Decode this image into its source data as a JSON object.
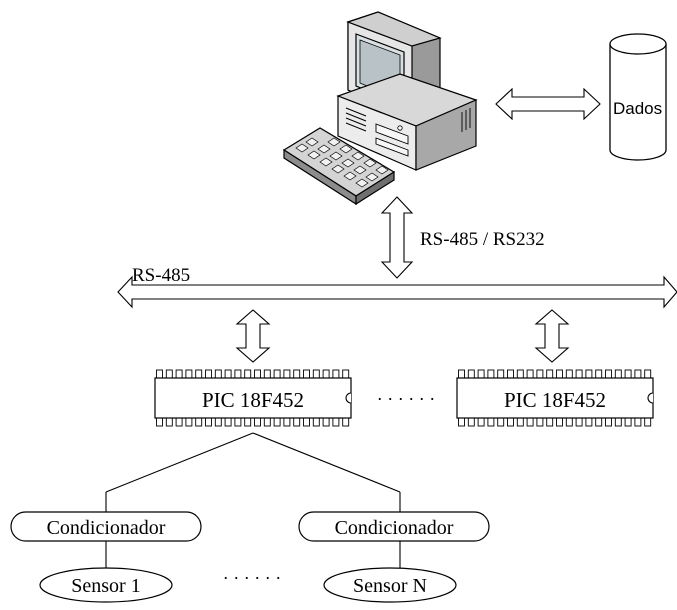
{
  "computer": {
    "icon": "desktop-computer-icon"
  },
  "database": {
    "label": "Dados",
    "icon": "database-cylinder-icon"
  },
  "links": {
    "pc_link_label": "RS-485 / RS232",
    "bus_label": "RS-485"
  },
  "microcontrollers": [
    {
      "label": "PIC 18F452"
    },
    {
      "label": "PIC 18F452"
    }
  ],
  "mcu_ellipsis": "· · · · · ·",
  "conditioners": [
    {
      "label": "Condicionador"
    },
    {
      "label": "Condicionador"
    }
  ],
  "sensors": [
    {
      "label": "Sensor 1"
    },
    {
      "label": "Sensor N"
    }
  ],
  "sensor_ellipsis": "· · · · · ·"
}
